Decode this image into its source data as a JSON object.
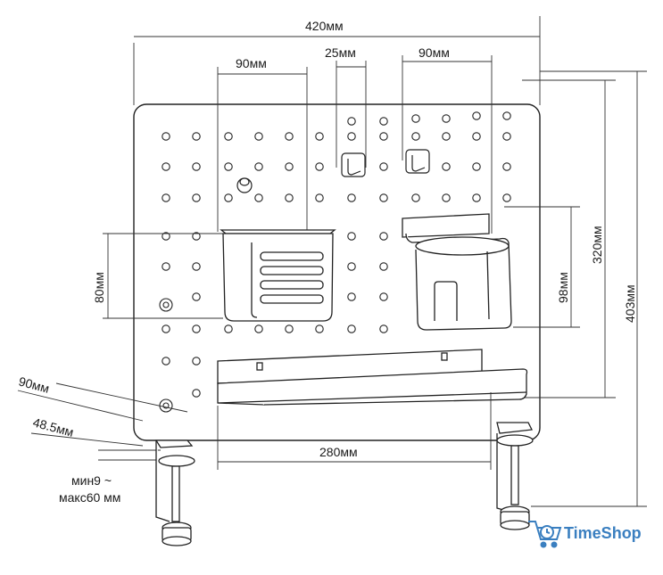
{
  "dimensions": {
    "panel_width": "420мм",
    "panel_height": "403мм",
    "hole_area_height": "320мм",
    "basket_width": "90мм",
    "hook_gap": "25мм",
    "cup_holder_width": "90мм",
    "basket_height": "80мм",
    "cup_holder_height": "98мм",
    "shelf_width": "280мм",
    "clamp_depth": "90мм",
    "clamp_offset": "48.5мм",
    "clamp_min": "мин9 ~",
    "clamp_max": "макс60 мм"
  },
  "brand": {
    "name": "TimeShop",
    "color": "#3a7fc0"
  }
}
